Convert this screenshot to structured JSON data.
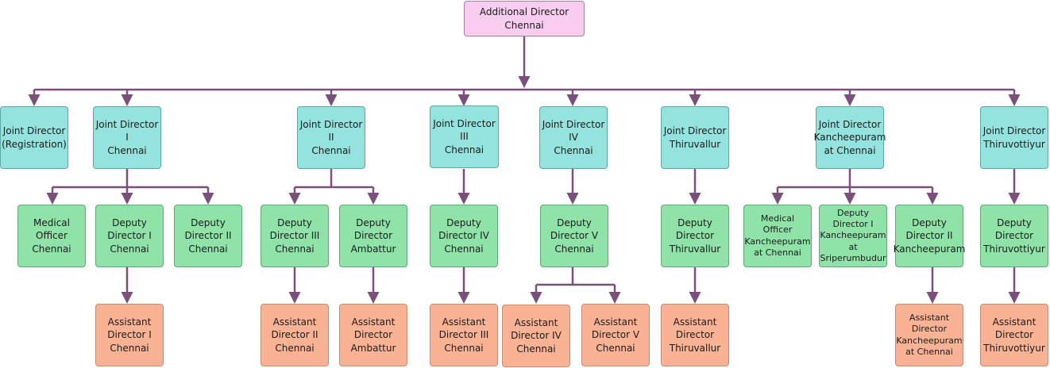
{
  "nodes": {
    "root": "Additional Director\nChennai",
    "jd_reg": "Joint Director\n(Registration)",
    "jd1": "Joint Director\nI\nChennai",
    "jd2": "Joint Director\nII\nChennai",
    "jd3": "Joint Director\nIII\nChennai",
    "jd4": "Joint Director\nIV\nChennai",
    "jd_thv": "Joint Director\nThiruvallur",
    "jd_kan": "Joint Director\nKancheepuram\nat Chennai",
    "jd_thy": "Joint Director\nThiruvottiyur",
    "mo_chn": "Medical\nOfficer\nChennai",
    "dd1": "Deputy\nDirector  I\nChennai",
    "dd2": "Deputy\nDirector  II\nChennai",
    "dd3": "Deputy\nDirector  III\nChennai",
    "dd_amb": "Deputy\nDirector\nAmbattur",
    "dd4": "Deputy\nDirector  IV\nChennai",
    "dd5": "Deputy\nDirector  V\nChennai",
    "dd_thv": "Deputy\nDirector\nThiruvallur",
    "mo_kan": "Medical\nOfficer\nKancheepuram\nat Chennai",
    "dd_kan1": "Deputy\nDirector  I\nKancheepuram\nat\nSriperumbudur",
    "dd_kan2": "Deputy\nDirector  II\nKancheepuram",
    "dd_thy": "Deputy\nDirector\nThiruvottiyur",
    "ad1": "Assistant\nDirector I\nChennai",
    "ad2": "Assistant\nDirector II\nChennai",
    "ad_amb": "Assistant\nDirector\nAmbattur",
    "ad3": "Assistant\nDirector  III\nChennai",
    "ad4": "Assistant\nDirector  IV\nChennai",
    "ad5": "Assistant\nDirector  V\nChennai",
    "ad_thv": "Assistant\nDirector\nThiruvallur",
    "ad_kan": "Assistant\nDirector\nKancheepuram\nat Chennai",
    "ad_thy": "Assistant\nDirector\nThiruvottiyur"
  },
  "colors": {
    "director": "#f9cdef",
    "joint_director": "#95e3df",
    "deputy_director": "#8fe3a9",
    "assistant_director": "#f9b394",
    "connector": "#7a4f7a"
  }
}
